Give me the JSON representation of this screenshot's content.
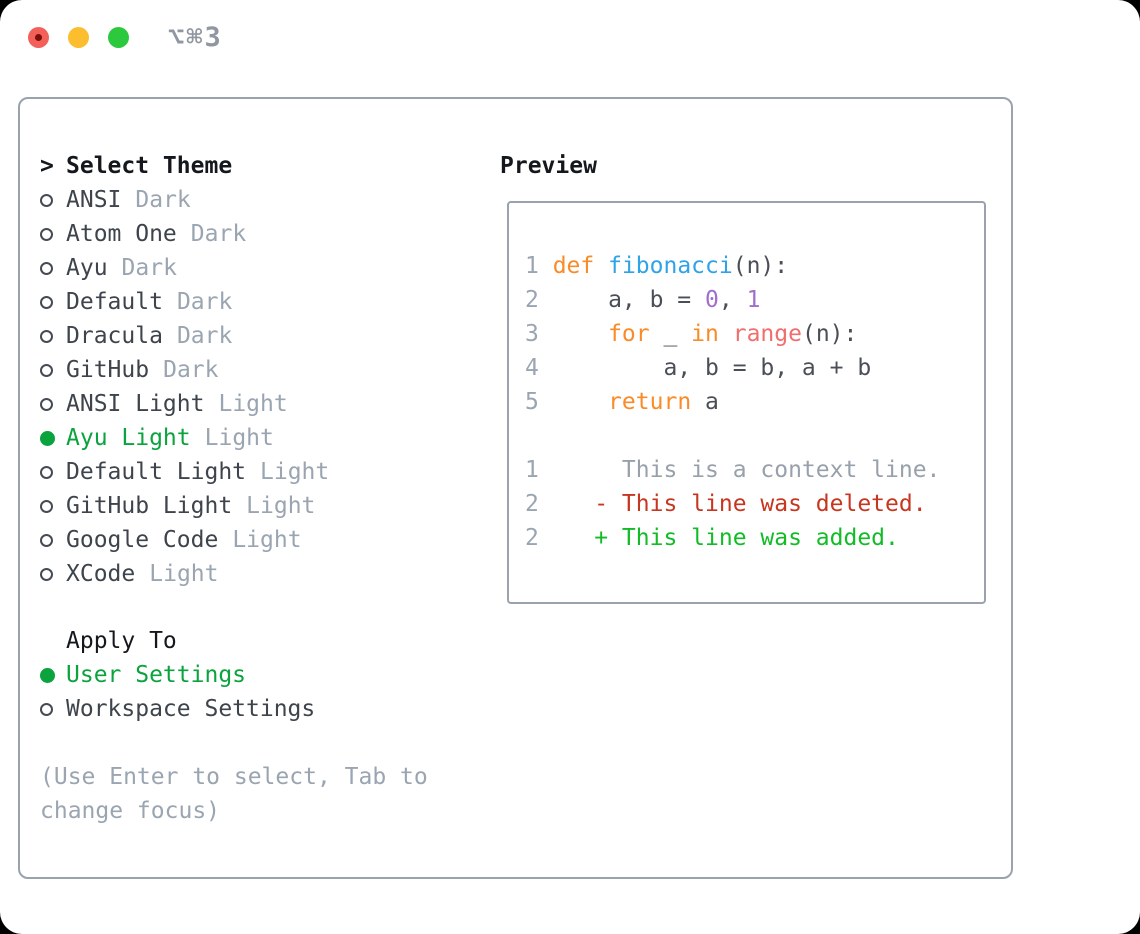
{
  "window": {
    "title": "⌥⌘3"
  },
  "theme_panel": {
    "prompt": ">",
    "title": "Select Theme",
    "themes": [
      {
        "name": "ANSI",
        "tag": "Dark",
        "selected": false
      },
      {
        "name": "Atom One",
        "tag": "Dark",
        "selected": false
      },
      {
        "name": "Ayu",
        "tag": "Dark",
        "selected": false
      },
      {
        "name": "Default",
        "tag": "Dark",
        "selected": false
      },
      {
        "name": "Dracula",
        "tag": "Dark",
        "selected": false
      },
      {
        "name": "GitHub",
        "tag": "Dark",
        "selected": false
      },
      {
        "name": "ANSI Light",
        "tag": "Light",
        "selected": false
      },
      {
        "name": "Ayu Light",
        "tag": "Light",
        "selected": true
      },
      {
        "name": "Default Light",
        "tag": "Light",
        "selected": false
      },
      {
        "name": "GitHub Light",
        "tag": "Light",
        "selected": false
      },
      {
        "name": "Google Code",
        "tag": "Light",
        "selected": false
      },
      {
        "name": "XCode",
        "tag": "Light",
        "selected": false
      }
    ],
    "apply_to": {
      "title": "Apply To",
      "options": [
        {
          "name": "User Settings",
          "selected": true
        },
        {
          "name": "Workspace Settings",
          "selected": false
        }
      ]
    },
    "hint": "(Use Enter to select, Tab to change focus)"
  },
  "preview": {
    "title": "Preview",
    "lines": [
      {
        "gutter": "1",
        "tokens": [
          [
            "kw",
            "def"
          ],
          [
            "pl",
            " "
          ],
          [
            "fn",
            "fibonacci"
          ],
          [
            "pl",
            "(n):"
          ]
        ]
      },
      {
        "gutter": "2",
        "tokens": [
          [
            "pl",
            "    a, b = "
          ],
          [
            "num",
            "0"
          ],
          [
            "pl",
            ", "
          ],
          [
            "num",
            "1"
          ]
        ]
      },
      {
        "gutter": "3",
        "tokens": [
          [
            "pl",
            "    "
          ],
          [
            "kw",
            "for"
          ],
          [
            "pl",
            " _ "
          ],
          [
            "kw",
            "in"
          ],
          [
            "pl",
            " "
          ],
          [
            "call",
            "range"
          ],
          [
            "pl",
            "(n):"
          ]
        ]
      },
      {
        "gutter": "4",
        "tokens": [
          [
            "pl",
            "        a, b = b, a + b"
          ]
        ]
      },
      {
        "gutter": "5",
        "tokens": [
          [
            "pl",
            "    "
          ],
          [
            "kw",
            "return"
          ],
          [
            "pl",
            " a"
          ]
        ]
      },
      {
        "gutter": "",
        "tokens": []
      },
      {
        "gutter": "1",
        "tokens": [
          [
            "ctx",
            "     This is a context line."
          ]
        ]
      },
      {
        "gutter": "2",
        "tokens": [
          [
            "del",
            "   - This line was deleted."
          ]
        ]
      },
      {
        "gutter": "2",
        "tokens": [
          [
            "add",
            "   + This line was added."
          ]
        ]
      }
    ]
  },
  "colors": {
    "accent_green": "#0ba33e",
    "border_gray": "#9aa3ad",
    "muted_gray": "#9aa5b1",
    "text_strong": "#14181d",
    "text_body": "#3e444c",
    "code_plain": "#4a4f57",
    "code_keyword_orange": "#f98b28",
    "code_function_blue": "#2fa3e8",
    "code_number_purple": "#a06ecf",
    "code_call_coral": "#f26d6d",
    "code_context_gray": "#98a1ab",
    "diff_deleted_red": "#c7361f",
    "diff_added_green": "#12bc26",
    "traffic_red": "#f3605a",
    "traffic_yellow": "#fcbd2f",
    "traffic_green": "#2cc83e"
  }
}
